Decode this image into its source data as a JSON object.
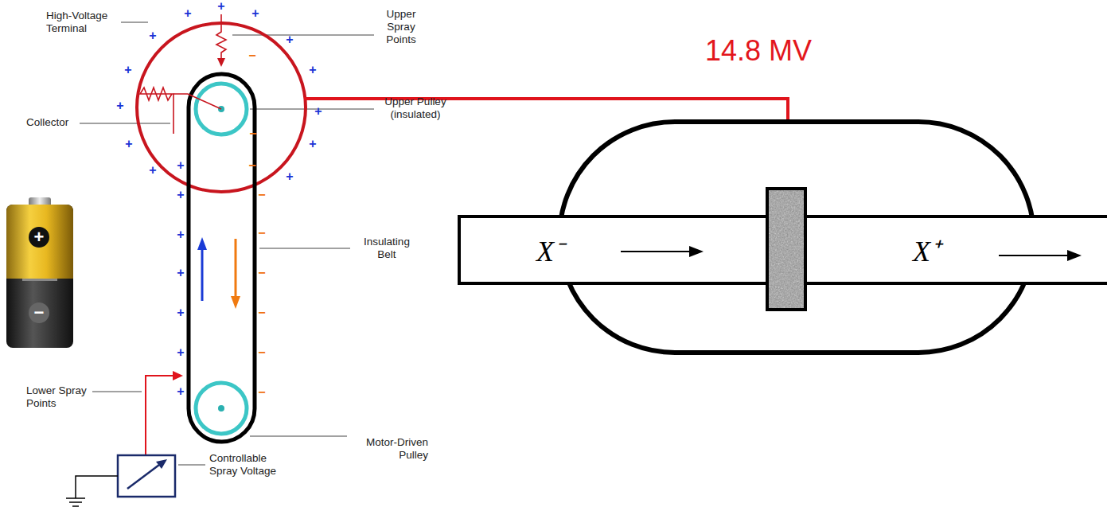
{
  "diagram": {
    "nodes": [
      {
        "text": [
          "X⁻",
          "X⁺"
        ]
      }
    ],
    "labels": [
      "High-Voltage Terminal",
      "Upper Spray Points",
      "Collector",
      "Upper Pulley (insulated)",
      "Insulating Belt",
      "Lower Spray Points",
      "Motor-Driven Pulley",
      "Controllable Spray Voltage",
      "14.8 MV",
      "+",
      "+",
      "+",
      "+",
      "+",
      "+",
      "+",
      "+",
      "+",
      "+",
      "+",
      "+",
      "+",
      "+",
      "+",
      "+",
      "+",
      "+",
      "+",
      "+",
      "−",
      "−",
      "−",
      "−",
      "−",
      "−",
      "−",
      "−",
      "−",
      "+",
      "−"
    ]
  }
}
